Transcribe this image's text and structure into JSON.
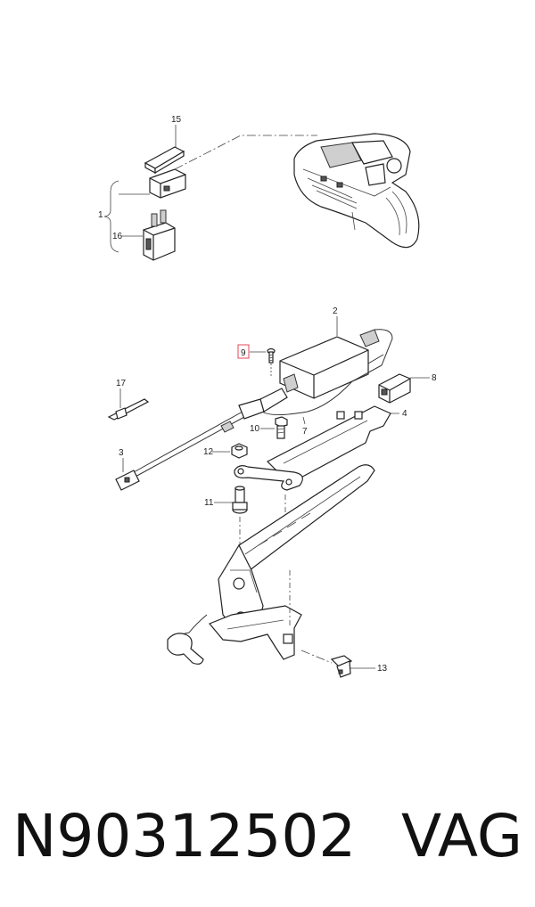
{
  "callouts": [
    "15",
    "1",
    "16",
    "2",
    "9",
    "8",
    "17",
    "10",
    "7",
    "4",
    "12",
    "3",
    "11",
    "13"
  ],
  "part_code": "N90312502",
  "brand": "VAG",
  "colors": {
    "line": "#333333",
    "highlight": "#e04a5a",
    "text": "#111111"
  }
}
